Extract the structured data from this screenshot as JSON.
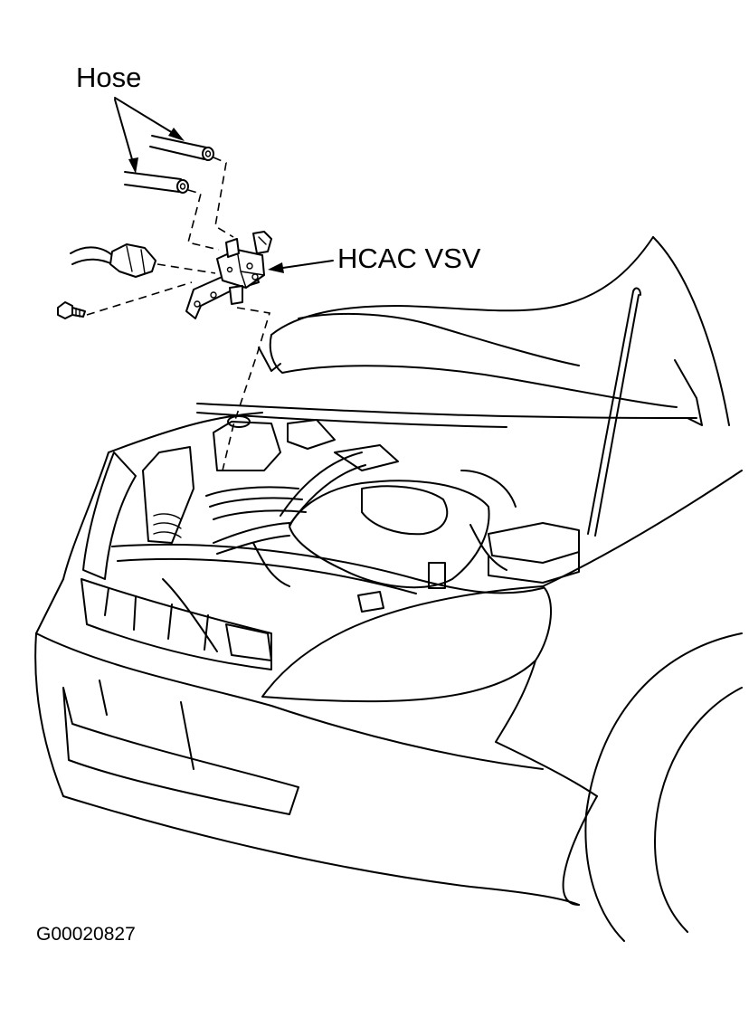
{
  "figure": {
    "callouts": {
      "hose": "Hose",
      "hcac_vsv": "HCAC VSV"
    },
    "figure_id": "G00020827"
  },
  "colors": {
    "line": "#000000",
    "background": "#ffffff"
  }
}
